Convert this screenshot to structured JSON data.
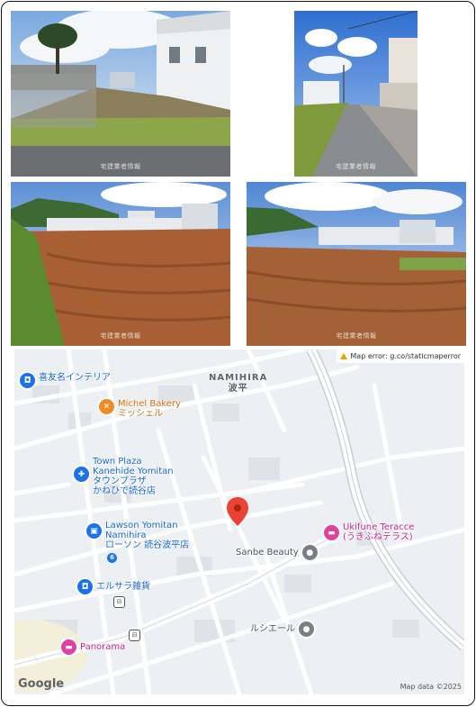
{
  "photos": [
    {
      "id": "photo-1",
      "watermark": "宅建業者情報"
    },
    {
      "id": "photo-2",
      "watermark": "宅建業者情報"
    },
    {
      "id": "photo-3",
      "watermark": "宅建業者情報"
    },
    {
      "id": "photo-4",
      "watermark": "宅建業者情報"
    }
  ],
  "map": {
    "error_text": "Map error: g.co/staticmaperror",
    "area_name_en": "NAMIHIRA",
    "area_name_ja": "波平",
    "logo": "Google",
    "attribution": "Map data ©2025",
    "pois": [
      {
        "key": "kiyuna",
        "lines": [
          "喜友名インテリア"
        ],
        "color": "blue",
        "icon": "shopping-bag-icon",
        "glyph": "◘"
      },
      {
        "key": "michel",
        "lines": [
          "Michel Bakery",
          "ミッシェル"
        ],
        "color": "orange",
        "icon": "bakery-icon",
        "glyph": "✕"
      },
      {
        "key": "townplaza",
        "lines": [
          "Town Plaza",
          "Kanehide Yomitan",
          "タウンプラザ",
          "かねひで読谷店"
        ],
        "color": "blue",
        "icon": "shopping-cart-icon",
        "glyph": "✚"
      },
      {
        "key": "lawson",
        "lines": [
          "Lawson Yomitan",
          "Namihira",
          "ローソン 読谷波平店"
        ],
        "color": "blue",
        "icon": "convenience-store-icon",
        "glyph": "▣"
      },
      {
        "key": "sanbe",
        "lines": [
          "Sanbe Beauty"
        ],
        "color": "grey",
        "icon": "place-icon",
        "glyph": "●"
      },
      {
        "key": "ukifune",
        "lines": [
          "Ukifune Teracce",
          "(うきふねテラス)"
        ],
        "color": "pink",
        "icon": "lodging-icon",
        "glyph": "▬"
      },
      {
        "key": "erusara",
        "lines": [
          "エルサラ雑貨"
        ],
        "color": "blue",
        "icon": "shopping-bag-icon",
        "glyph": "◘"
      },
      {
        "key": "rushieru",
        "lines": [
          "ルシエール"
        ],
        "color": "grey",
        "icon": "place-icon",
        "glyph": "●"
      },
      {
        "key": "panorama",
        "lines": [
          "Panorama"
        ],
        "color": "pink",
        "icon": "lodging-icon",
        "glyph": "▬"
      }
    ],
    "route_number": "6",
    "bus_glyph": "⊟"
  }
}
